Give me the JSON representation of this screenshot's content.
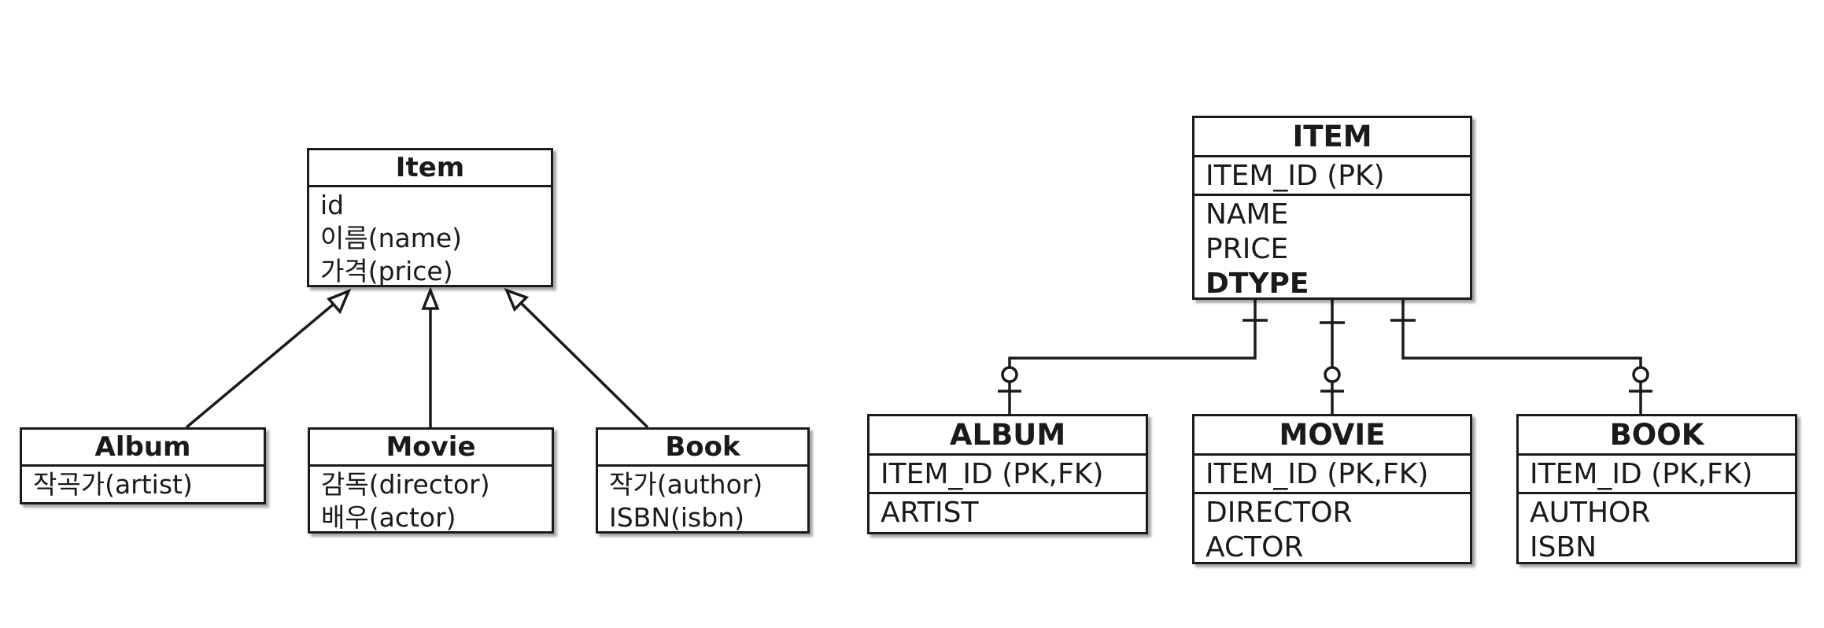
{
  "uml": {
    "parent": {
      "name": "Item",
      "attributes": [
        "id",
        "이름(name)",
        "가격(price)"
      ]
    },
    "children": [
      {
        "id": "album",
        "name": "Album",
        "attributes": [
          "작곡가(artist)"
        ]
      },
      {
        "id": "movie",
        "name": "Movie",
        "attributes": [
          "감독(director)",
          "배우(actor)"
        ]
      },
      {
        "id": "book",
        "name": "Book",
        "attributes": [
          "작가(author)",
          "ISBN(isbn)"
        ]
      }
    ]
  },
  "erd": {
    "parent": {
      "name": "ITEM",
      "keys": [
        "ITEM_ID (PK)"
      ],
      "attributes": [
        "NAME",
        "PRICE"
      ],
      "bold_attributes": [
        "DTYPE"
      ]
    },
    "children": [
      {
        "id": "album",
        "name": "ALBUM",
        "keys": [
          "ITEM_ID (PK,FK)"
        ],
        "attributes": [
          "ARTIST"
        ]
      },
      {
        "id": "movie",
        "name": "MOVIE",
        "keys": [
          "ITEM_ID (PK,FK)"
        ],
        "attributes": [
          "DIRECTOR",
          "ACTOR"
        ]
      },
      {
        "id": "book",
        "name": "BOOK",
        "keys": [
          "ITEM_ID (PK,FK)"
        ],
        "attributes": [
          "AUTHOR",
          "ISBN"
        ]
      }
    ]
  }
}
